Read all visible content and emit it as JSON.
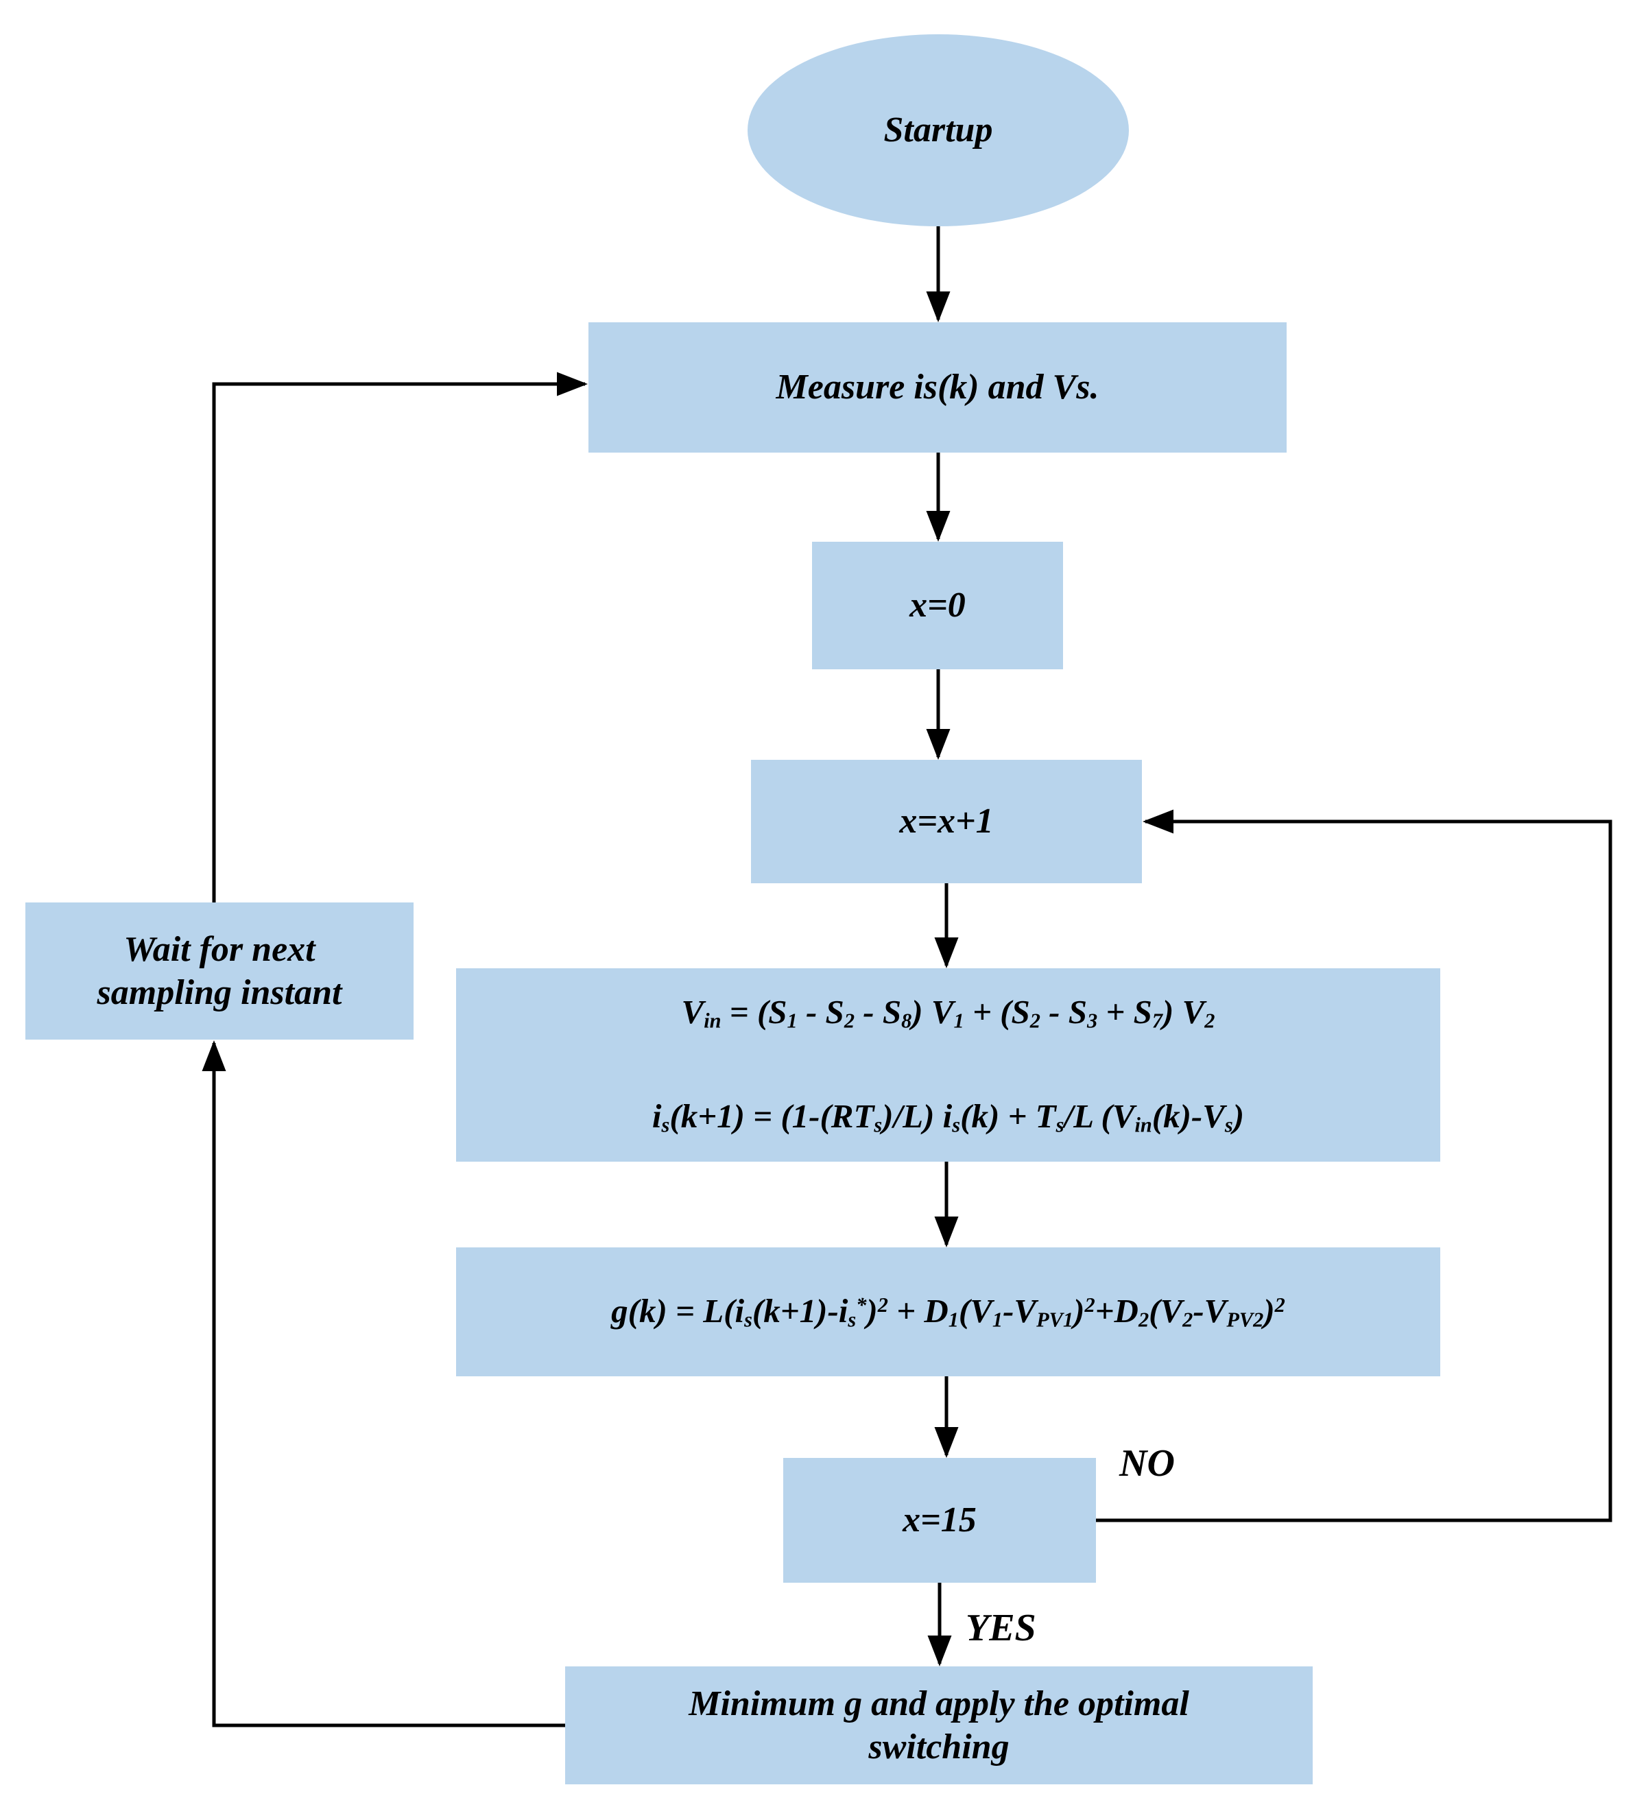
{
  "diagram": {
    "colors": {
      "node_fill": "#b8d4ec",
      "line": "#000000",
      "background": "#ffffff"
    },
    "nodes": {
      "startup": {
        "label": "Startup"
      },
      "measure": {
        "label": "Measure is(k) and Vs."
      },
      "x0": {
        "label": "x=0"
      },
      "xinc": {
        "label": "x=x+1"
      },
      "predict": {
        "lines": [
          [
            {
              "t": "V"
            },
            {
              "sub": "in"
            },
            {
              "t": " = (S"
            },
            {
              "sub": "1"
            },
            {
              "t": " - S"
            },
            {
              "sub": "2"
            },
            {
              "t": " - S"
            },
            {
              "sub": "8"
            },
            {
              "t": ") V"
            },
            {
              "sub": "1"
            },
            {
              "t": " + (S"
            },
            {
              "sub": "2"
            },
            {
              "t": " - S"
            },
            {
              "sub": "3"
            },
            {
              "t": " + S"
            },
            {
              "sub": "7"
            },
            {
              "t": ") V"
            },
            {
              "sub": "2"
            }
          ],
          [
            {
              "t": "i"
            },
            {
              "sub": "s"
            },
            {
              "t": "(k+1) = (1-(RT"
            },
            {
              "sub": "s"
            },
            {
              "t": ")/L) i"
            },
            {
              "sub": "s"
            },
            {
              "t": "(k) + T"
            },
            {
              "sub": "s"
            },
            {
              "t": "/L (V"
            },
            {
              "sub": "in"
            },
            {
              "t": "(k)-V"
            },
            {
              "sub": "s"
            },
            {
              "t": ")"
            }
          ]
        ]
      },
      "cost": {
        "lines": [
          [
            {
              "t": "g(k) = L(i"
            },
            {
              "sub": "s"
            },
            {
              "t": "(k+1)-i"
            },
            {
              "sub": "s"
            },
            {
              "sup": "*"
            },
            {
              "t": ")"
            },
            {
              "sup": "2"
            },
            {
              "t": " + D"
            },
            {
              "sub": "1"
            },
            {
              "t": "(V"
            },
            {
              "sub": "1"
            },
            {
              "t": "-V"
            },
            {
              "sub": "PV1"
            },
            {
              "t": ")"
            },
            {
              "sup": "2"
            },
            {
              "t": "+D"
            },
            {
              "sub": "2"
            },
            {
              "t": "(V"
            },
            {
              "sub": "2"
            },
            {
              "t": "-V"
            },
            {
              "sub": "PV2"
            },
            {
              "t": ")"
            },
            {
              "sup": "2"
            }
          ]
        ]
      },
      "decision": {
        "label": "x=15"
      },
      "apply": {
        "label": "Minimum g and apply the optimal\nswitching"
      },
      "wait": {
        "label": "Wait for next\nsampling instant"
      }
    },
    "edges": {
      "no_label": "NO",
      "yes_label": "YES"
    }
  }
}
